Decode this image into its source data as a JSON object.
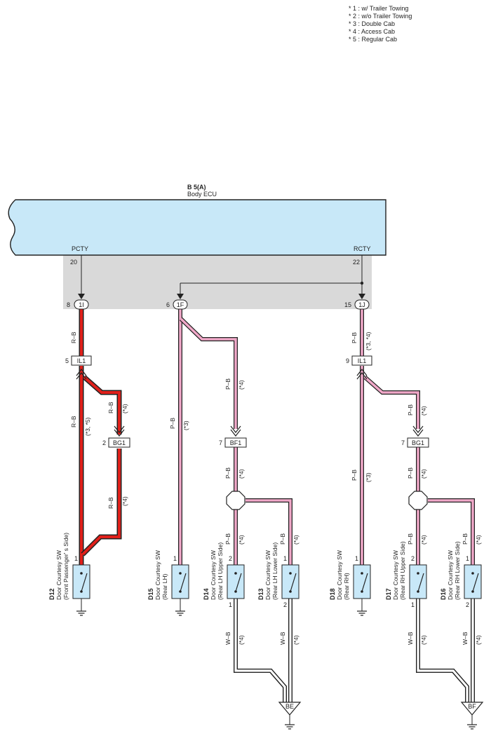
{
  "notes": [
    "* 1 : w/ Trailer Towing",
    "* 2 : w/o Trailer Towing",
    "* 3 : Double Cab",
    "* 4 : Access Cab",
    "* 5 : Regular Cab"
  ],
  "ecu": {
    "code": "B 5(A)",
    "name": "Body ECU",
    "term_left": "PCTY",
    "term_right": "RCTY",
    "pin_left": "20",
    "pin_right": "22"
  },
  "junctions": [
    {
      "pin": "8",
      "label": "1I"
    },
    {
      "pin": "6",
      "label": "1F"
    },
    {
      "pin": "15",
      "label": "1J"
    }
  ],
  "connectors": [
    {
      "pin": "5",
      "label": "IL1"
    },
    {
      "pin": "2",
      "label": "BG1"
    },
    {
      "pin": "7",
      "label": "BF1"
    },
    {
      "pin": "9",
      "label": "IL1"
    },
    {
      "pin": "7",
      "label": "BG1"
    }
  ],
  "wires": {
    "rb": "R–B",
    "pb": "P–B",
    "wb": "W–B",
    "n35": "(*3, *5)",
    "n34": "(*3, *4)",
    "n3": "(*3)",
    "n4": "(*4)"
  },
  "switches": [
    {
      "code": "D12",
      "line1": "Door Courtesy SW",
      "line2": "(Front Passenger' s Side)",
      "pin1": "1"
    },
    {
      "code": "D15",
      "line1": "Door Courtesy SW",
      "line2": "(Rear LH)",
      "pin1": "1"
    },
    {
      "code": "D14",
      "line1": "Door Courtesy SW",
      "line2": "(Rear LH Upper Side)",
      "pin1": "2",
      "pin2": "1"
    },
    {
      "code": "D13",
      "line1": "Door Courtesy SW",
      "line2": "(Rear LH Lower Side)",
      "pin1": "1",
      "pin2": "2"
    },
    {
      "code": "D18",
      "line1": "Door Courtesy SW",
      "line2": "(Rear RH)",
      "pin1": "1"
    },
    {
      "code": "D17",
      "line1": "Door Courtesy SW",
      "line2": "(Rear RH Upper Side)",
      "pin1": "2",
      "pin2": "1"
    },
    {
      "code": "D16",
      "line1": "Door Courtesy SW",
      "line2": "(Rear RH Lower Side)",
      "pin1": "1",
      "pin2": "2"
    }
  ],
  "grounds": [
    {
      "label": "BE"
    },
    {
      "label": "BF"
    }
  ]
}
